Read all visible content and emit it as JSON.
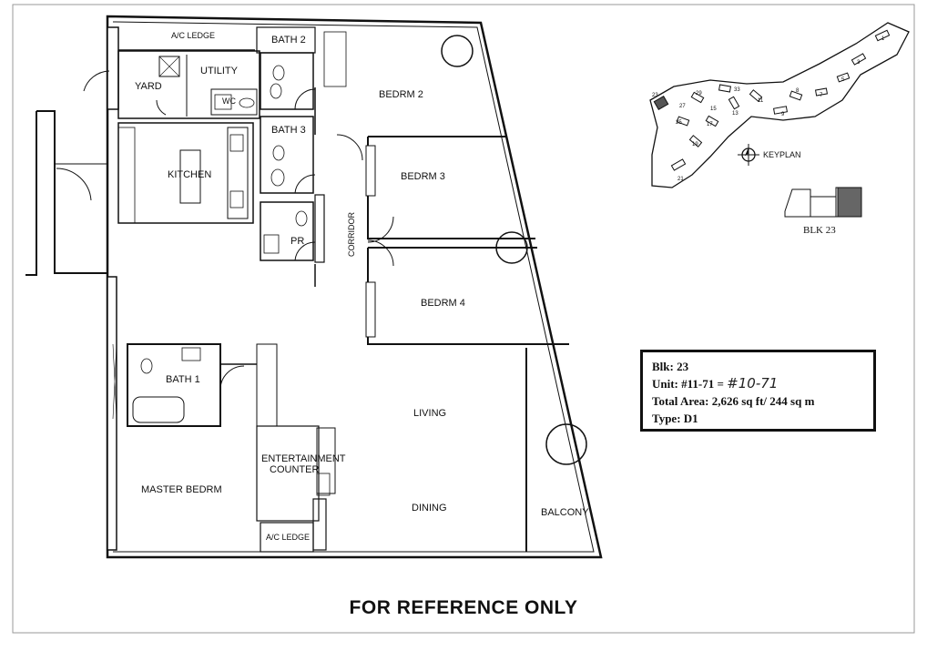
{
  "rooms": {
    "ac_ledge_top": "A/C LEDGE",
    "bath2": "BATH 2",
    "utility": "UTILITY",
    "yard": "YARD",
    "wc": "WC",
    "bedrm2": "BEDRM 2",
    "bath3": "BATH 3",
    "kitchen": "KITCHEN",
    "bedrm3": "BEDRM 3",
    "pr": "PR",
    "corridor": "CORRIDOR",
    "bedrm4": "BEDRM 4",
    "bath1": "BATH 1",
    "living": "LIVING",
    "entertainment1": "ENTERTAINMENT",
    "entertainment2": "COUNTER",
    "master_bedrm": "MASTER BEDRM",
    "dining": "DINING",
    "balcony": "BALCONY",
    "ac_ledge_bottom": "A/C LEDGE"
  },
  "keyplan": {
    "label": "KEYPLAN",
    "blocks": [
      "1",
      "3",
      "5",
      "7",
      "9",
      "8",
      "11",
      "13",
      "15",
      "17",
      "19",
      "21",
      "23",
      "25",
      "27",
      "29",
      "33"
    ],
    "blk_label": "BLK 23"
  },
  "info": {
    "blk": "Blk: 23",
    "unit_printed": "Unit: #11-71 =",
    "unit_handwritten": "#10-71",
    "area": "Total Area: 2,626 sq ft/ 244 sq m",
    "type": "Type: D1"
  },
  "footer": "FOR REFERENCE ONLY",
  "colors": {
    "ink": "#111111",
    "highlight": "#555555",
    "paper": "#ffffff"
  }
}
